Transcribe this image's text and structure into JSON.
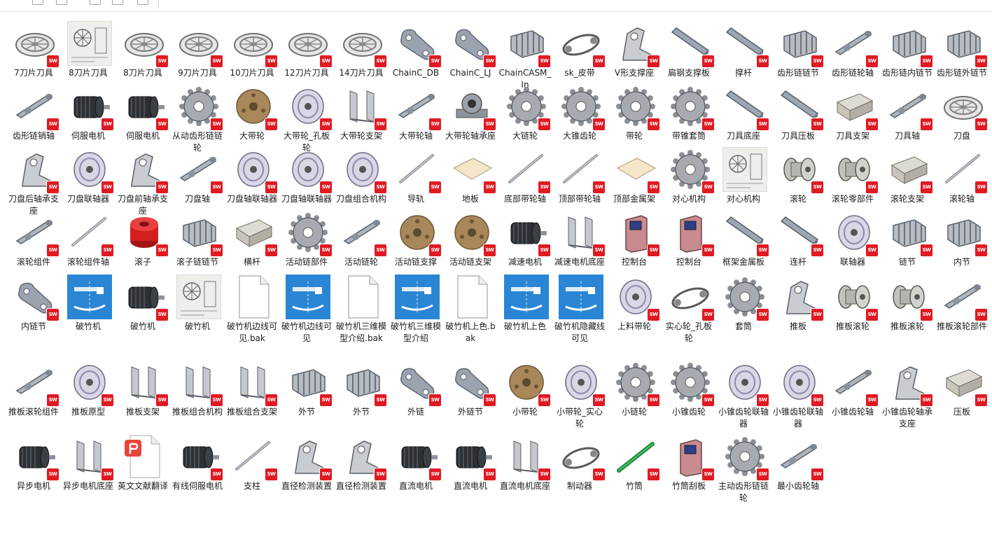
{
  "window": {
    "toolbar_icons": [
      "copy-icon",
      "paste-icon",
      "rename-icon",
      "share-icon",
      "delete-icon"
    ]
  },
  "badge_text": "SW",
  "items": [
    {
      "name": "7刀片刀具",
      "type": "wheel"
    },
    {
      "name": "8刀片刀具",
      "type": "drawing"
    },
    {
      "name": "8刀片刀具",
      "type": "wheel"
    },
    {
      "name": "9刀片刀具",
      "type": "wheel"
    },
    {
      "name": "10刀片刀具",
      "type": "wheel"
    },
    {
      "name": "12刀片刀具",
      "type": "wheel"
    },
    {
      "name": "14刀片刀具",
      "type": "wheel"
    },
    {
      "name": "ChainC_DB",
      "type": "plate"
    },
    {
      "name": "ChainC_LJ",
      "type": "plate"
    },
    {
      "name": "ChainCASM_In",
      "type": "chain"
    },
    {
      "name": "sk_皮带",
      "type": "belt"
    },
    {
      "name": "V形支撑座",
      "type": "bracket"
    },
    {
      "name": "扁钢支撑板",
      "type": "bar"
    },
    {
      "name": "撑杆",
      "type": "bar"
    },
    {
      "name": "齿形链链节",
      "type": "chain"
    },
    {
      "name": "齿形链轮轴",
      "type": "shaft"
    },
    {
      "name": "齿形链内链节",
      "type": "chain"
    },
    {
      "name": "齿形链外链节",
      "type": "chain"
    },
    {
      "name": "齿形链销轴",
      "type": "shaft"
    },
    {
      "name": "伺服电机",
      "type": "motor"
    },
    {
      "name": "伺服电机",
      "type": "motor"
    },
    {
      "name": "从动齿形链链轮",
      "type": "gear"
    },
    {
      "name": "大带轮",
      "type": "pulley"
    },
    {
      "name": "大带轮_孔板轮",
      "type": "disc"
    },
    {
      "name": "大带轮支架",
      "type": "frame"
    },
    {
      "name": "大带轮轴",
      "type": "shaft"
    },
    {
      "name": "大带轮轴承座",
      "type": "bearing"
    },
    {
      "name": "大链轮",
      "type": "gear"
    },
    {
      "name": "大锥齿轮",
      "type": "gear"
    },
    {
      "name": "带轮",
      "type": "gear"
    },
    {
      "name": "带锥套筒",
      "type": "gear"
    },
    {
      "name": "刀具底座",
      "type": "bar"
    },
    {
      "name": "刀具压板",
      "type": "bar"
    },
    {
      "name": "刀具支架",
      "type": "block"
    },
    {
      "name": "刀具轴",
      "type": "shaft"
    },
    {
      "name": "刀盘",
      "type": "wheel"
    },
    {
      "name": "刀盘后轴承支座",
      "type": "bracket"
    },
    {
      "name": "刀盘联轴器",
      "type": "disc"
    },
    {
      "name": "刀盘前轴承支座",
      "type": "bracket"
    },
    {
      "name": "刀盘轴",
      "type": "shaft"
    },
    {
      "name": "刀盘轴联轴器",
      "type": "disc"
    },
    {
      "name": "刀盘轴联轴器",
      "type": "disc"
    },
    {
      "name": "刀盘组合机构",
      "type": "disc"
    },
    {
      "name": "导轨",
      "type": "rod"
    },
    {
      "name": "地板",
      "type": "sheet"
    },
    {
      "name": "底部带轮轴",
      "type": "rod"
    },
    {
      "name": "顶部带轮轴",
      "type": "rod"
    },
    {
      "name": "顶部金属架",
      "type": "sheet"
    },
    {
      "name": "对心机构",
      "type": "gear"
    },
    {
      "name": "对心机构",
      "type": "drawing"
    },
    {
      "name": "滚轮",
      "type": "roller"
    },
    {
      "name": "滚轮零部件",
      "type": "roller"
    },
    {
      "name": "滚轮支架",
      "type": "block"
    },
    {
      "name": "滚轮轴",
      "type": "rod"
    },
    {
      "name": "滚轮组件",
      "type": "shaft"
    },
    {
      "name": "滚轮组件轴",
      "type": "rod"
    },
    {
      "name": "滚子",
      "type": "cylinder"
    },
    {
      "name": "滚子链链节",
      "type": "chain"
    },
    {
      "name": "横杆",
      "type": "block"
    },
    {
      "name": "活动链部件",
      "type": "gear"
    },
    {
      "name": "活动链轮",
      "type": "shaft"
    },
    {
      "name": "活动链支撑",
      "type": "pulley"
    },
    {
      "name": "活动链支架",
      "type": "pulley"
    },
    {
      "name": "减速电机",
      "type": "motor"
    },
    {
      "name": "减速电机底座",
      "type": "frame"
    },
    {
      "name": "控制台",
      "type": "console"
    },
    {
      "name": "控制台",
      "type": "console"
    },
    {
      "name": "框架金属板",
      "type": "bar"
    },
    {
      "name": "连杆",
      "type": "bar"
    },
    {
      "name": "联轴器",
      "type": "disc"
    },
    {
      "name": "链节",
      "type": "chain"
    },
    {
      "name": "内节",
      "type": "chain"
    },
    {
      "name": "内链节",
      "type": "plate"
    },
    {
      "name": "破竹机",
      "type": "dwg"
    },
    {
      "name": "破竹机",
      "type": "motor"
    },
    {
      "name": "破竹机",
      "type": "drawing"
    },
    {
      "name": "破竹机边线可见.bak",
      "type": "file"
    },
    {
      "name": "破竹机边线可见",
      "type": "dwg"
    },
    {
      "name": "破竹机三维模型介绍.bak",
      "type": "file"
    },
    {
      "name": "破竹机三维模型介绍",
      "type": "dwg"
    },
    {
      "name": "破竹机上色.bak",
      "type": "file"
    },
    {
      "name": "破竹机上色",
      "type": "dwg"
    },
    {
      "name": "破竹机隐藏线可见",
      "type": "dwg"
    },
    {
      "name": "上料带轮",
      "type": "disc"
    },
    {
      "name": "实心轮_孔板轮",
      "type": "belt"
    },
    {
      "name": "套筒",
      "type": "gear"
    },
    {
      "name": "推板",
      "type": "bracket"
    },
    {
      "name": "推板滚轮",
      "type": "roller"
    },
    {
      "name": "推板滚轮",
      "type": "roller"
    },
    {
      "name": "推板滚轮部件",
      "type": "shaft"
    },
    {
      "name": "推板滚轮组件",
      "type": "shaft"
    },
    {
      "name": "推板原型",
      "type": "disc"
    },
    {
      "name": "推板支架",
      "type": "frame"
    },
    {
      "name": "推板组合机构",
      "type": "frame"
    },
    {
      "name": "推板组合支架",
      "type": "frame"
    },
    {
      "name": "外节",
      "type": "chain"
    },
    {
      "name": "外节",
      "type": "chain"
    },
    {
      "name": "外链",
      "type": "plate"
    },
    {
      "name": "外链节",
      "type": "plate"
    },
    {
      "name": "小带轮",
      "type": "pulley"
    },
    {
      "name": "小带轮_实心轮",
      "type": "disc"
    },
    {
      "name": "小链轮",
      "type": "gear"
    },
    {
      "name": "小锥齿轮",
      "type": "gear"
    },
    {
      "name": "小锥齿轮联轴器",
      "type": "disc"
    },
    {
      "name": "小锥齿轮联轴器",
      "type": "disc"
    },
    {
      "name": "小锥齿轮轴",
      "type": "shaft"
    },
    {
      "name": "小锥齿轮轴承支座",
      "type": "bracket"
    },
    {
      "name": "压板",
      "type": "block"
    },
    {
      "name": "异步电机",
      "type": "motor"
    },
    {
      "name": "异步电机底座",
      "type": "frame"
    },
    {
      "name": "英文文献翻译",
      "type": "ppt"
    },
    {
      "name": "有线伺服电机",
      "type": "motor"
    },
    {
      "name": "支柱",
      "type": "rod"
    },
    {
      "name": "直径检测装置",
      "type": "bracket"
    },
    {
      "name": "直径检测装置",
      "type": "bracket"
    },
    {
      "name": "直流电机",
      "type": "motor"
    },
    {
      "name": "直流电机",
      "type": "motor"
    },
    {
      "name": "直流电机底座",
      "type": "frame"
    },
    {
      "name": "制动器",
      "type": "belt"
    },
    {
      "name": "竹筒",
      "type": "bamboo"
    },
    {
      "name": "竹筒刮板",
      "type": "console"
    },
    {
      "name": "主动齿形链链轮",
      "type": "gear"
    },
    {
      "name": "最小齿轮轴",
      "type": "shaft"
    }
  ]
}
